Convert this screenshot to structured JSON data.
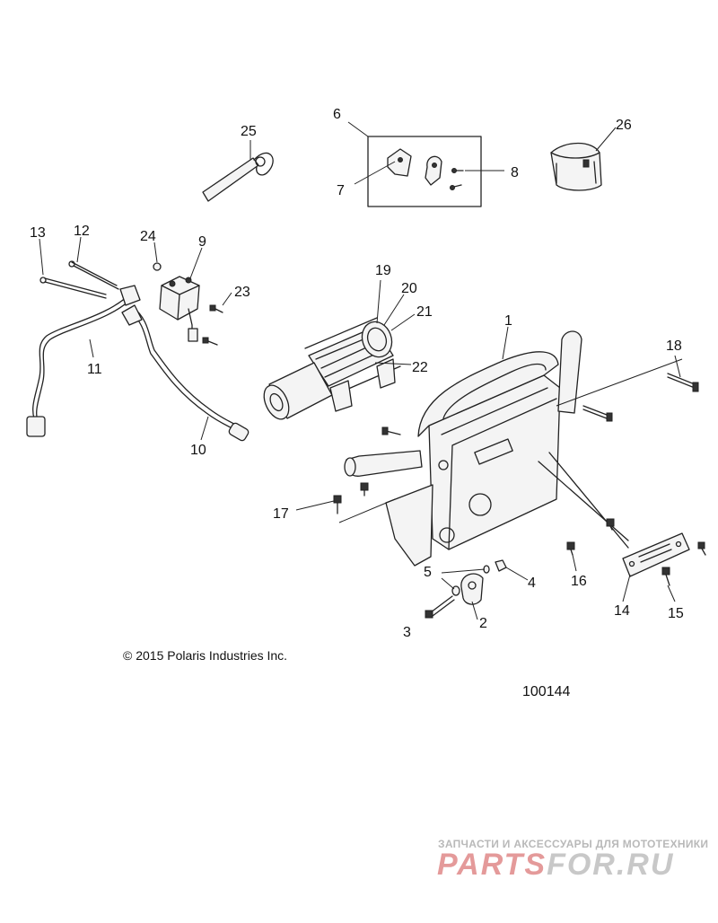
{
  "callouts": {
    "c1": "1",
    "c2": "2",
    "c3": "3",
    "c4": "4",
    "c5": "5",
    "c6": "6",
    "c7": "7",
    "c8": "8",
    "c9": "9",
    "c10": "10",
    "c11": "11",
    "c12": "12",
    "c13": "13",
    "c14": "14",
    "c15": "15",
    "c16": "16",
    "c17": "17",
    "c18": "18",
    "c19": "19",
    "c20": "20",
    "c21": "21",
    "c22": "22",
    "c23": "23",
    "c24": "24",
    "c25": "25",
    "c26": "26"
  },
  "footer": {
    "copyright": "© 2015 Polaris Industries Inc.",
    "drawing_number": "100144"
  },
  "watermark": {
    "subtitle": "ЗАПЧАСТИ И АКСЕССУАРЫ ДЛЯ МОТОТЕХНИКИ",
    "brand_part1": "PARTS",
    "brand_part2": "FOR.RU"
  },
  "colors": {
    "line": "#222222",
    "watermark_red": "#e49a9a",
    "watermark_gray": "#c8c8c8"
  }
}
